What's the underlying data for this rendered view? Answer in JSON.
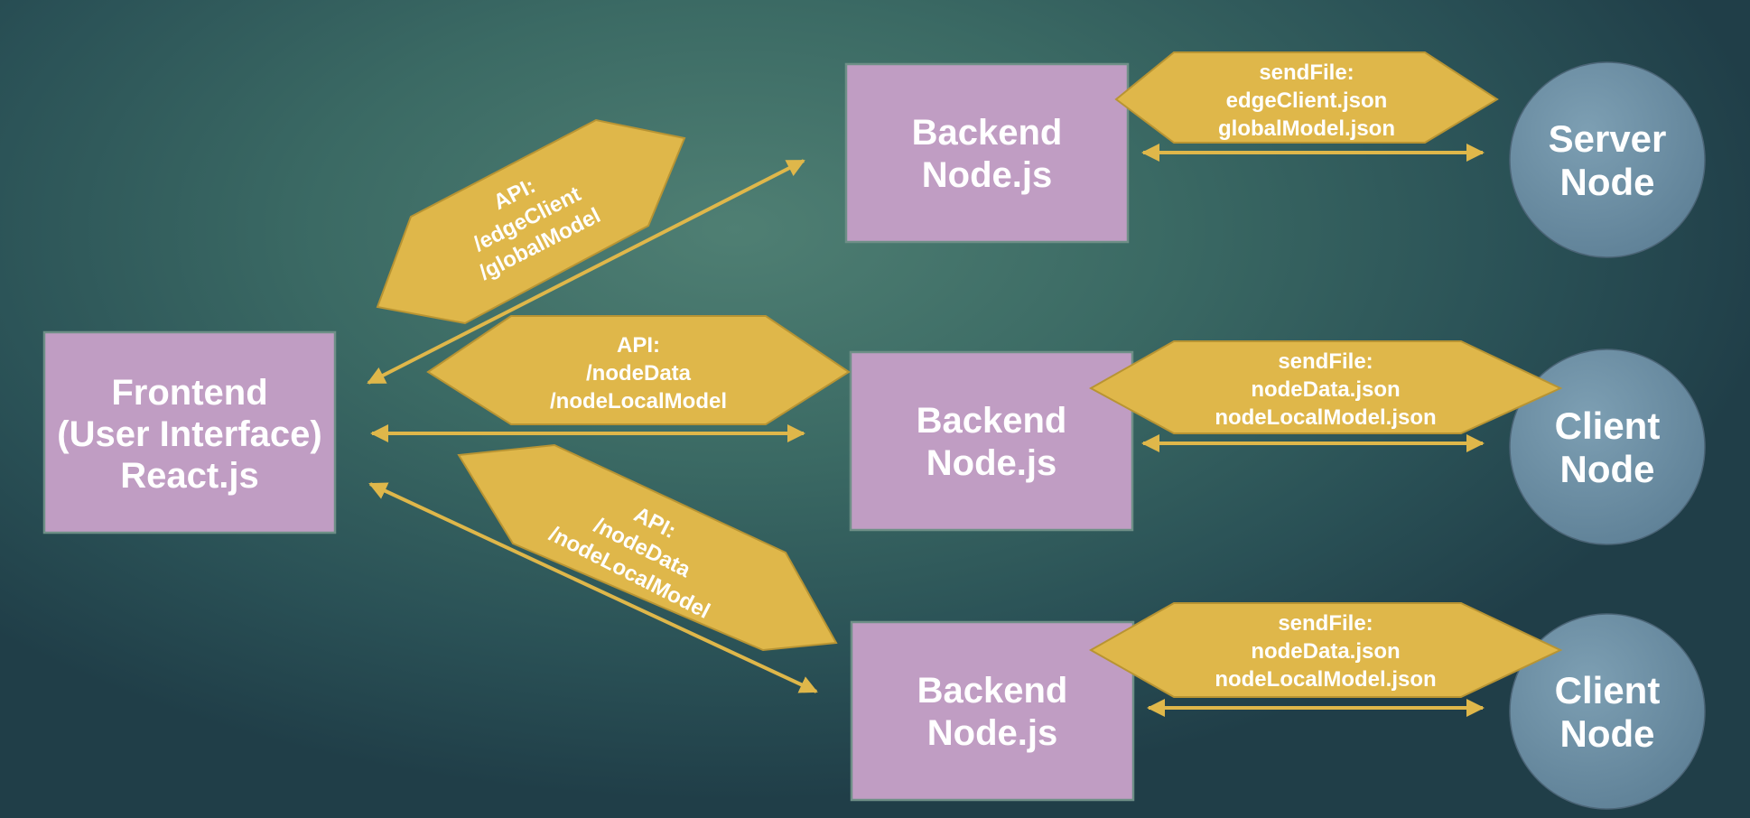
{
  "frontend": {
    "lines": [
      "Frontend",
      "(User Interface)",
      "React.js"
    ]
  },
  "backends": [
    {
      "lines": [
        "Backend",
        "Node.js"
      ]
    },
    {
      "lines": [
        "Backend",
        "Node.js"
      ]
    },
    {
      "lines": [
        "Backend",
        "Node.js"
      ]
    }
  ],
  "nodes": [
    {
      "lines": [
        "Server",
        "Node"
      ]
    },
    {
      "lines": [
        "Client",
        "Node"
      ]
    },
    {
      "lines": [
        "Client",
        "Node"
      ]
    }
  ],
  "api_labels": [
    {
      "lines": [
        "API:",
        "/edgeClient",
        "/globalModel"
      ]
    },
    {
      "lines": [
        "API:",
        "/nodeData",
        "/nodeLocalModel"
      ]
    },
    {
      "lines": [
        "API:",
        "/nodeData",
        "/nodeLocalModel"
      ]
    }
  ],
  "sendfile_labels": [
    {
      "lines": [
        "sendFile:",
        "edgeClient.json",
        "globalModel.json"
      ]
    },
    {
      "lines": [
        "sendFile:",
        "nodeData.json",
        "nodeLocalModel.json"
      ]
    },
    {
      "lines": [
        "sendFile:",
        "nodeData.json",
        "nodeLocalModel.json"
      ]
    }
  ],
  "colors": {
    "box_fill": "#c09dc3",
    "label_fill": "#dfb74a",
    "node_fill": "#6d8ea3",
    "arrow": "#dfb74a",
    "text": "#ffffff"
  }
}
